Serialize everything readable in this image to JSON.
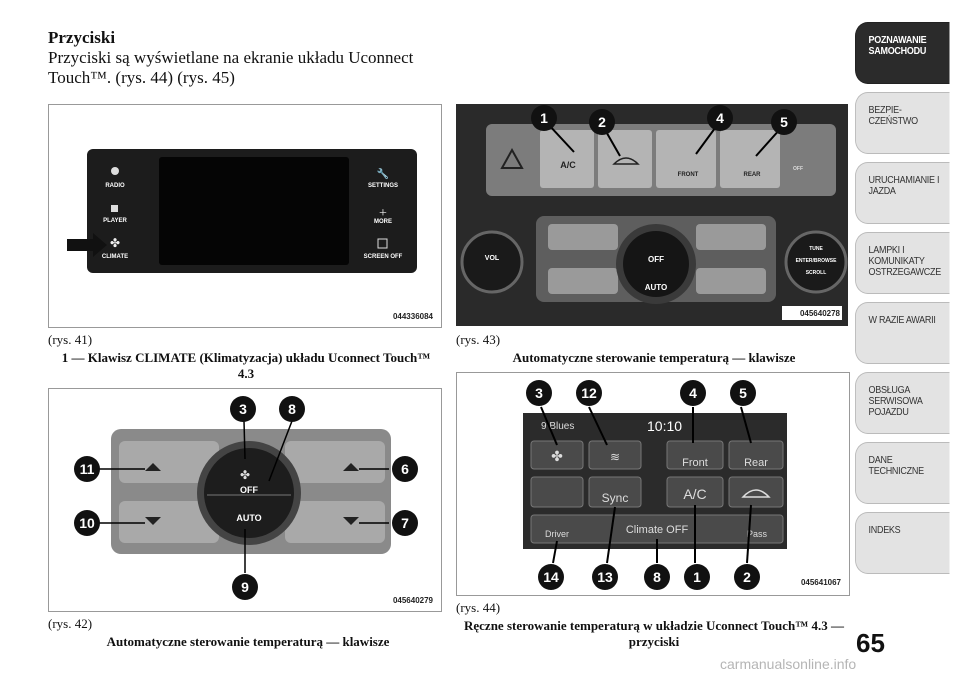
{
  "section": {
    "heading": "Przyciski",
    "intro": "Przyciski są wyświetlane na ekranie układu Uconnect Touch™. (rys. 44) (rys. 45)"
  },
  "figures": {
    "fig41": {
      "ref": "(rys. 41)",
      "caption": "1 — Klawisz CLIMATE (Klimatyzacja) układu Uconnect Touch™ 4.3",
      "code": "044336084",
      "buttons": [
        "RADIO",
        "PLAYER",
        "CLIMATE",
        "SETTINGS",
        "MORE",
        "SCREEN OFF"
      ]
    },
    "fig42": {
      "ref": "(rys. 42)",
      "caption": "Automatyczne sterowanie temperaturą — klawisze",
      "code": "045640279",
      "callouts": [
        "3",
        "8",
        "11",
        "6",
        "10",
        "7",
        "9"
      ],
      "knob_labels": [
        "OFF",
        "AUTO"
      ]
    },
    "fig43": {
      "ref": "(rys. 43)",
      "caption": "Automatyczne sterowanie temperaturą — klawisze",
      "code": "045640278",
      "callouts": [
        "1",
        "2",
        "4",
        "5"
      ],
      "labels": [
        "A/C",
        "FRONT",
        "REAR",
        "OFF",
        "VOL",
        "OFF",
        "AUTO",
        "TUNE",
        "ENTER/BROWSE",
        "SCROLL"
      ]
    },
    "fig44": {
      "ref": "(rys. 44)",
      "caption": "Ręczne sterowanie temperaturą w układzie Uconnect Touch™ 4.3 — przyciski",
      "code": "045641067",
      "callouts_top": [
        "3",
        "12",
        "4",
        "5"
      ],
      "callouts_bottom": [
        "14",
        "13",
        "8",
        "1",
        "2"
      ],
      "screen": {
        "header_text": "9 Blues",
        "time": "10:10",
        "front": "Front",
        "rear": "Rear",
        "sync": "Sync",
        "ac": "A/C",
        "driver": "Driver",
        "climate_off": "Climate OFF",
        "pass": "Pass"
      }
    }
  },
  "sidebar": {
    "tabs": [
      "POZNAWANIE SAMOCHODU",
      "BEZPIE- CZEŃSTWO",
      "URUCHAMIANIE I JAZDA",
      "LAMPKI I KOMUNIKATY OSTRZEGAWCZE",
      "W RAZIE AWARII",
      "OBSŁUGA SERWISOWA POJAZDU",
      "DANE TECHNICZNE",
      "INDEKS"
    ],
    "active_index": 0
  },
  "page_number": "65",
  "watermark": "carmanualsonline.info"
}
